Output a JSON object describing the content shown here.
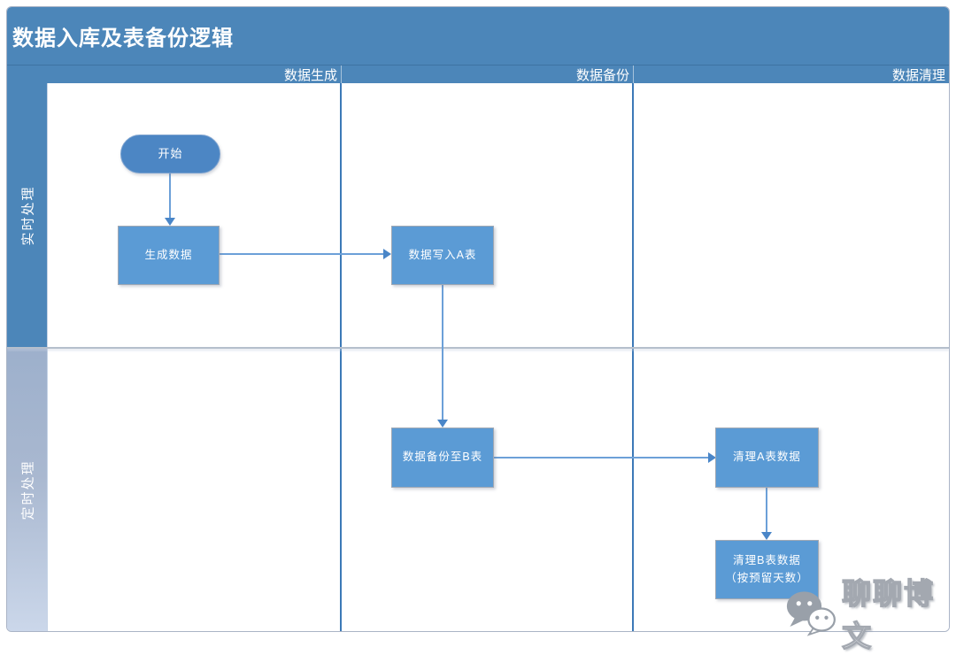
{
  "title": "数据入库及表备份逻辑",
  "columns": [
    {
      "label": "数据生成"
    },
    {
      "label": "数据备份"
    },
    {
      "label": "数据清理"
    }
  ],
  "lanes": [
    {
      "label": "实时处理"
    },
    {
      "label": "定时处理"
    }
  ],
  "nodes": {
    "start": {
      "type": "start-terminator",
      "label": "开始"
    },
    "generate": {
      "type": "process",
      "label": "生成数据"
    },
    "write_a": {
      "type": "process",
      "label": "数据写入A表"
    },
    "backup_b": {
      "type": "process",
      "label": "数据备份至B表"
    },
    "clean_a": {
      "type": "process",
      "label": "清理A表数据"
    },
    "clean_b": {
      "type": "process",
      "label": "清理B表数据（按预留天数）"
    }
  },
  "edges": [
    {
      "from": "start",
      "to": "generate",
      "direction": "down"
    },
    {
      "from": "generate",
      "to": "write_a",
      "direction": "right"
    },
    {
      "from": "write_a",
      "to": "backup_b",
      "direction": "down"
    },
    {
      "from": "backup_b",
      "to": "clean_a",
      "direction": "right"
    },
    {
      "from": "clean_a",
      "to": "clean_b",
      "direction": "down"
    }
  ],
  "watermark": {
    "icon": "wechat-icon",
    "label": "聊聊博文"
  },
  "colors": {
    "header_blue": "#4c86b9",
    "lane2_gray_blue": "#a9b8d0",
    "node_blue": "#5b9bd5",
    "start_blue": "#4c86c4",
    "connector_blue": "#6ca0d8",
    "grid_blue": "#3c79b7"
  }
}
